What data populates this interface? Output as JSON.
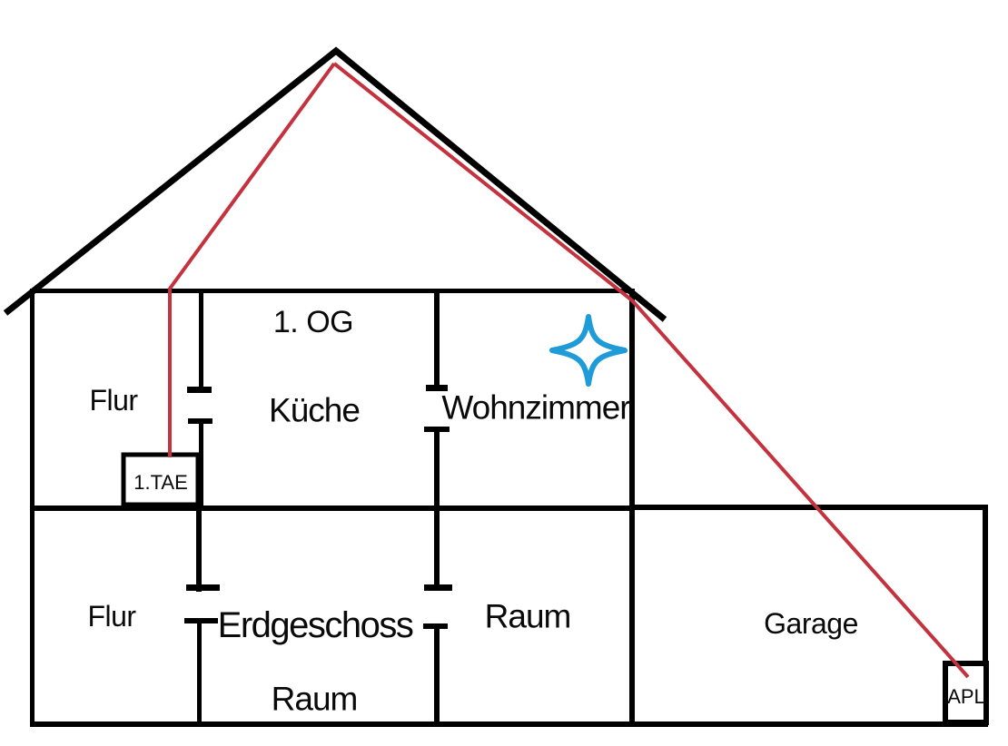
{
  "diagram": {
    "floor_labels": {
      "first_floor": "1. OG",
      "ground_floor": "Erdgeschoss"
    },
    "rooms": {
      "flur_og": "Flur",
      "kueche": "Küche",
      "wohnzimmer": "Wohnzimmer",
      "flur_eg": "Flur",
      "raum_mitte": "Raum",
      "raum_unten": "Raum",
      "garage": "Garage"
    },
    "devices": {
      "tae_box": "1.TAE",
      "apl_box": "APL"
    },
    "colors": {
      "wall": "#000000",
      "phone_cable": "#c4323e",
      "star_marker": "#1f9cd8"
    }
  }
}
